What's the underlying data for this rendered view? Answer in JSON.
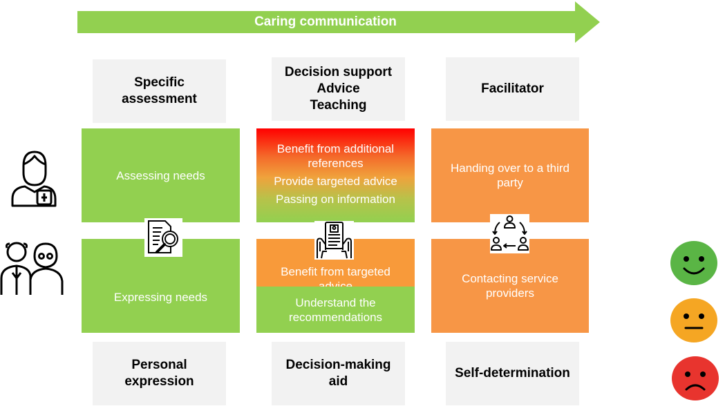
{
  "arrow": {
    "label": "Caring communication",
    "color": "#92d050"
  },
  "top_headers": [
    {
      "lines": [
        "Specific",
        "assessment"
      ]
    },
    {
      "lines": [
        "Decision support",
        "Advice",
        "Teaching"
      ]
    },
    {
      "lines": [
        "Facilitator"
      ]
    }
  ],
  "professional_row": {
    "icon": "healthcare-professional-icon",
    "cells": [
      {
        "lines": [
          "Assessing needs"
        ],
        "color": "#92d050"
      },
      {
        "lines": [
          "Benefit from additional",
          "references",
          "Provide targeted advice",
          "Passing on information"
        ],
        "color": "red-to-green-gradient"
      },
      {
        "lines": [
          "Handing over to a third",
          "party"
        ],
        "color": "#f79646"
      }
    ]
  },
  "connector_icons": [
    "document-search-icon",
    "tablet-profile-icon",
    "network-cycle-icon"
  ],
  "patient_row": {
    "icon": "elderly-couple-icon",
    "cells": [
      {
        "lines": [
          "Expressing needs"
        ],
        "color": "#92d050"
      },
      {
        "top_lines": [
          "Benefit from targeted",
          "advice"
        ],
        "top_color": "#f79646",
        "bottom_lines": [
          "Understand the",
          "recommendations"
        ],
        "bottom_color": "#92d050"
      },
      {
        "lines": [
          "Contacting service",
          "providers"
        ],
        "color": "#f79646"
      }
    ]
  },
  "bottom_headers": [
    {
      "lines": [
        "Personal",
        "expression"
      ]
    },
    {
      "lines": [
        "Decision-making",
        "aid"
      ]
    },
    {
      "lines": [
        "Self-determination"
      ]
    }
  ],
  "legend_faces": [
    {
      "icon": "happy-face-icon",
      "color": "#5ab545"
    },
    {
      "icon": "neutral-face-icon",
      "color": "#f5a623"
    },
    {
      "icon": "sad-face-icon",
      "color": "#e8342e"
    }
  ]
}
